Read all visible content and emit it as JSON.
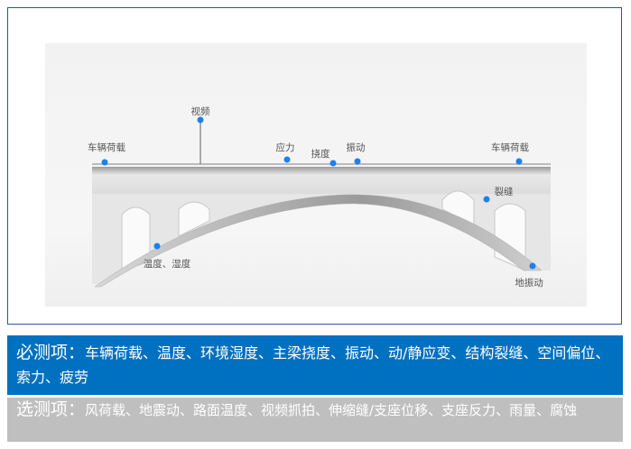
{
  "diagram": {
    "markers": [
      {
        "id": "vehicle-load-left",
        "label": "车辆荷载"
      },
      {
        "id": "video",
        "label": "视频"
      },
      {
        "id": "stress",
        "label": "应力"
      },
      {
        "id": "deflection",
        "label": "挠度"
      },
      {
        "id": "vibration",
        "label": "振动"
      },
      {
        "id": "vehicle-load-right",
        "label": "车辆荷载"
      },
      {
        "id": "crack",
        "label": "裂缝"
      },
      {
        "id": "temp-humidity",
        "label": "温度、湿度"
      },
      {
        "id": "ground-vibration",
        "label": "地振动"
      }
    ],
    "marker_color": "#1e7ff0"
  },
  "required": {
    "heading": "必测项：",
    "items": "车辆荷载、温度、环境湿度、主梁挠度、振动、动/静应变、结构裂缝、空间偏位、索力、疲劳"
  },
  "optional": {
    "heading": "选测项：",
    "items": "风荷载、地震动、路面温度、视频抓拍、伸缩缝/支座位移、支座反力、雨量、腐蚀"
  }
}
